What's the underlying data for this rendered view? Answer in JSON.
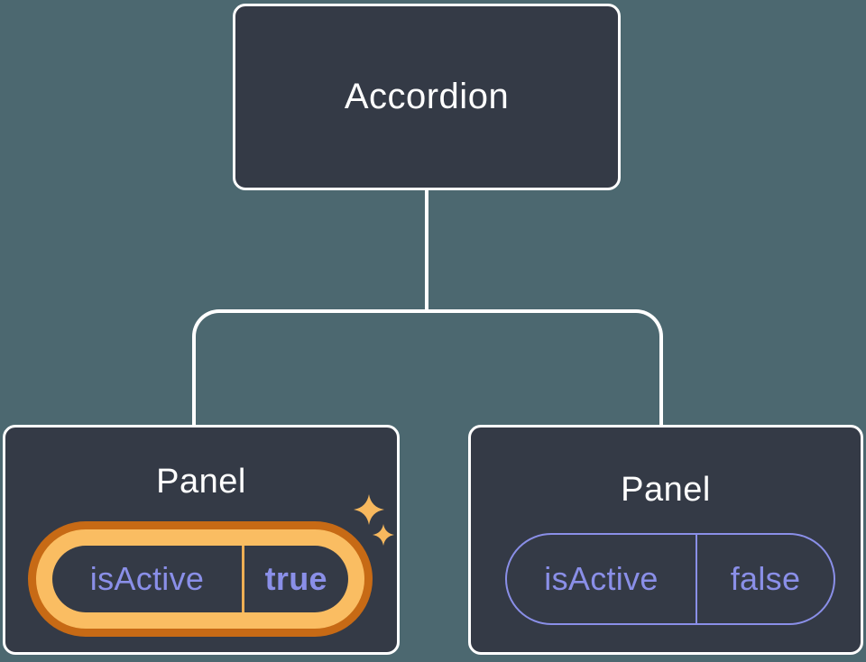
{
  "diagram": {
    "root": {
      "label": "Accordion"
    },
    "panels": [
      {
        "label": "Panel",
        "state_key": "isActive",
        "state_value": "true",
        "highlighted": true
      },
      {
        "label": "Panel",
        "state_key": "isActive",
        "state_value": "false",
        "highlighted": false
      }
    ]
  },
  "icons": [
    {
      "name": "sparkle-icon",
      "meaning": "state-changed highlight"
    }
  ],
  "colors": {
    "background": "#4C6870",
    "node_fill": "#343A46",
    "node_border": "#FFFFFF",
    "connector": "#FFFFFF",
    "state_text": "#8A8FE8",
    "plain_pill_border": "#8A8FE8",
    "highlight_ring_outer": "#C76A15",
    "highlight_ring_inner": "#FABD62",
    "highlight_divider": "#EFAF54",
    "sparkle": "#F7B85E"
  }
}
